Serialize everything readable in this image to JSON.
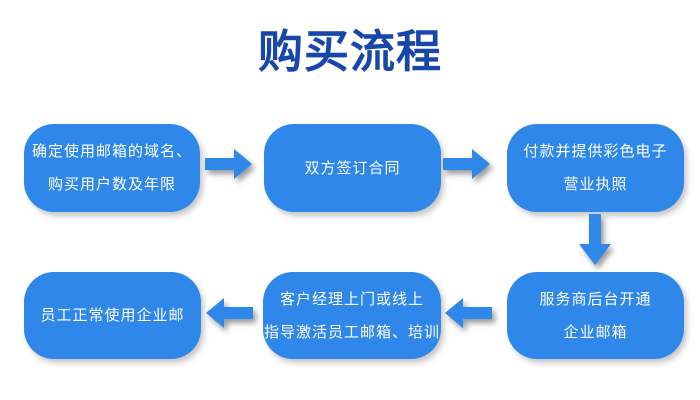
{
  "title": {
    "text": "购买流程",
    "color": "#1747A9"
  },
  "colors": {
    "background": "#FFFFFF",
    "box_fill": "#2E87E9",
    "box_text": "#FFFFFF",
    "arrow_fill": "#2E87E9"
  },
  "flow": {
    "steps": [
      {
        "id": 1,
        "lines": [
          "确定使用邮箱的域名、",
          "购买用户数及年限"
        ]
      },
      {
        "id": 2,
        "lines": [
          "双方签订合同"
        ]
      },
      {
        "id": 3,
        "lines": [
          "付款并提供彩色电子",
          "营业执照"
        ]
      },
      {
        "id": 4,
        "lines": [
          "服务商后台开通",
          "企业邮箱"
        ]
      },
      {
        "id": 5,
        "lines": [
          "客户经理上门或线上",
          "指导激活员工邮箱、培训"
        ]
      },
      {
        "id": 6,
        "lines": [
          "员工正常使用企业邮"
        ]
      }
    ],
    "arrows": [
      {
        "from": 1,
        "to": 2,
        "direction": "right"
      },
      {
        "from": 2,
        "to": 3,
        "direction": "right"
      },
      {
        "from": 3,
        "to": 4,
        "direction": "down"
      },
      {
        "from": 4,
        "to": 5,
        "direction": "left"
      },
      {
        "from": 5,
        "to": 6,
        "direction": "left"
      }
    ]
  }
}
